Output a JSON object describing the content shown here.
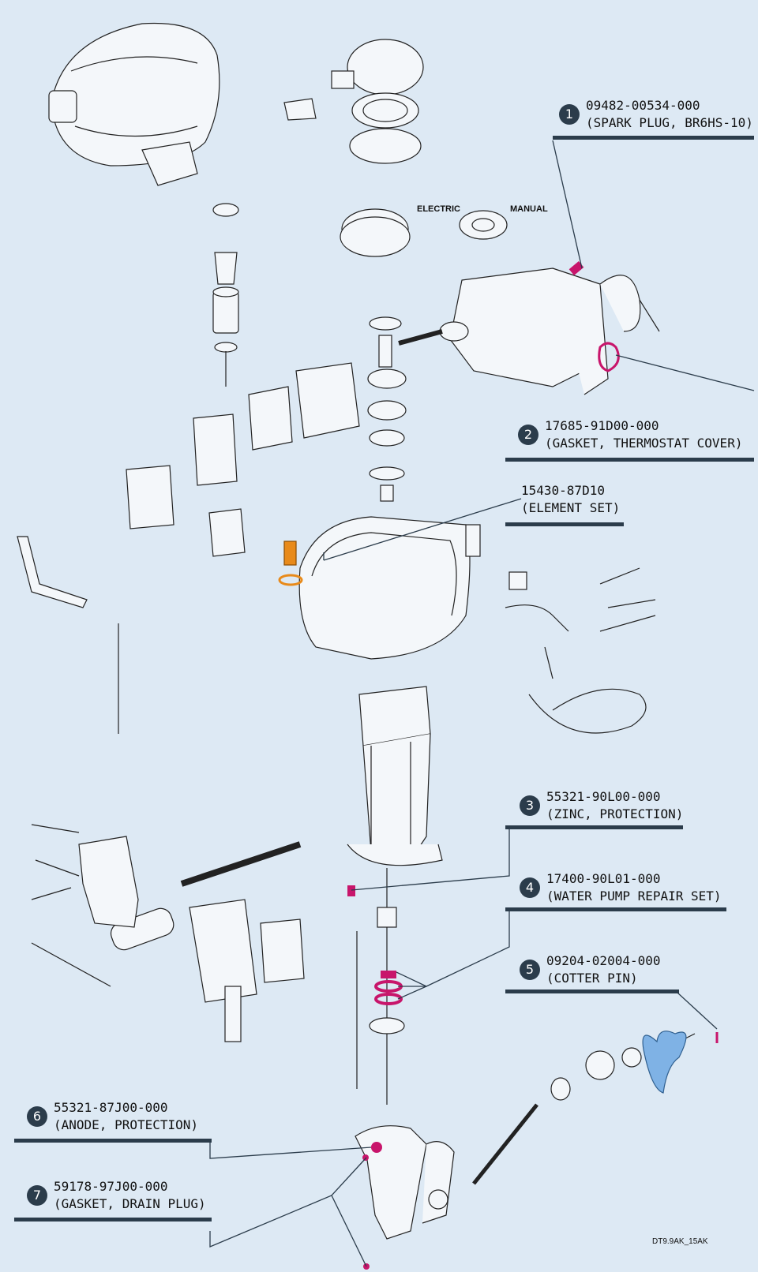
{
  "colors": {
    "background": "#dde9f4",
    "badge": "#2b3c4b",
    "highlight_magenta": "#c8156b",
    "highlight_orange": "#e88a1a",
    "highlight_blue": "#7fb2e5"
  },
  "labels": {
    "electric": "ELECTRIC",
    "manual": "MANUAL",
    "drawing_code": "DT9.9AK_15AK"
  },
  "callouts": [
    {
      "number": "1",
      "part_number": "09482-00534-000",
      "description": "(SPARK PLUG, BR6HS-10)"
    },
    {
      "number": "2",
      "part_number": "17685-91D00-000",
      "description": "(GASKET, THERMOSTAT COVER)"
    },
    {
      "number": "",
      "part_number": "15430-87D10",
      "description": "(ELEMENT SET)"
    },
    {
      "number": "3",
      "part_number": "55321-90L00-000",
      "description": "(ZINC, PROTECTION)"
    },
    {
      "number": "4",
      "part_number": "17400-90L01-000",
      "description": "(WATER PUMP REPAIR SET)"
    },
    {
      "number": "5",
      "part_number": "09204-02004-000",
      "description": "(COTTER PIN)"
    },
    {
      "number": "6",
      "part_number": "55321-87J00-000",
      "description": "(ANODE, PROTECTION)"
    },
    {
      "number": "7",
      "part_number": "59178-97J00-000",
      "description": "(GASKET, DRAIN PLUG)"
    }
  ]
}
